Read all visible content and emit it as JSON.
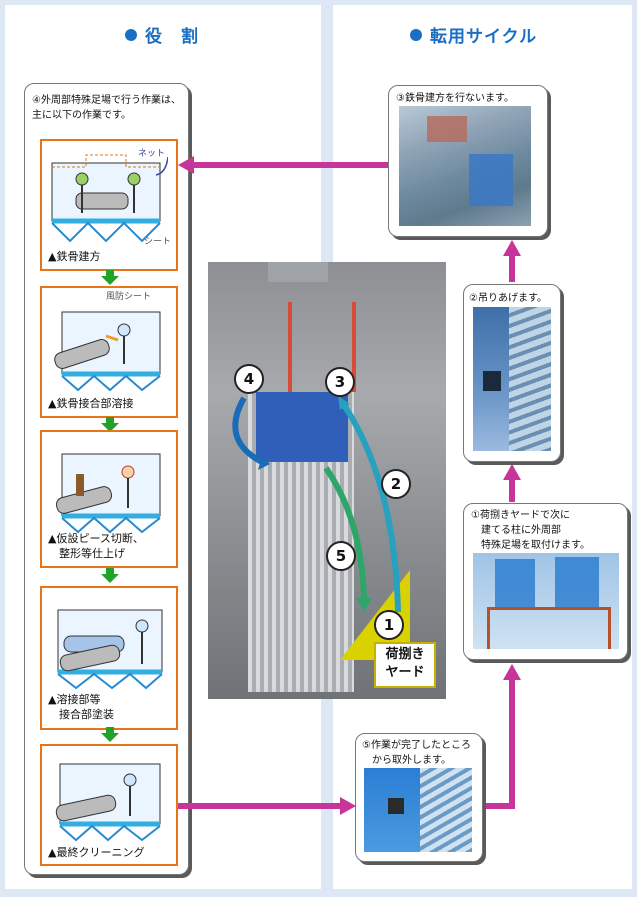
{
  "left_title": "役　割",
  "right_title": "転用サイクル",
  "left_card": {
    "intro": "④外周部特殊足場で行う作業は、\n主に以下の作業です。",
    "net_label": "ネット",
    "sheet_label": "シート",
    "wind_label": "風防シート",
    "steps": [
      {
        "label": "▲鉄骨建方"
      },
      {
        "label": "▲鉄骨接合部溶接"
      },
      {
        "label": "▲仮設ピース切断、\n　整形等仕上げ"
      },
      {
        "label": "▲溶接部等\n　接合部塗装"
      },
      {
        "label": "▲最終クリーニング"
      }
    ]
  },
  "cycle": {
    "step3": "③鉄骨建方を行ないます。",
    "step2": "②吊りあげます。",
    "step1": "①荷捌きヤードで次に\n　建てる柱に外周部\n　特殊足場を取付けます。",
    "step5": "⑤作業が完了したところ\n　から取外します。"
  },
  "photo": {
    "markers": [
      "1",
      "2",
      "3",
      "4",
      "5"
    ],
    "yard_label": "荷捌き\nヤード"
  },
  "colors": {
    "title_blue": "#1a6fc4",
    "magenta_arrow": "#c8359a",
    "green_arrow": "#21a32a",
    "orange_border": "#e8741a",
    "teal_arrow": "#28a0c0",
    "green_path": "#2ea66a",
    "blue_arrow": "#1b6cb8",
    "yard_yellow": "#d9d200"
  }
}
